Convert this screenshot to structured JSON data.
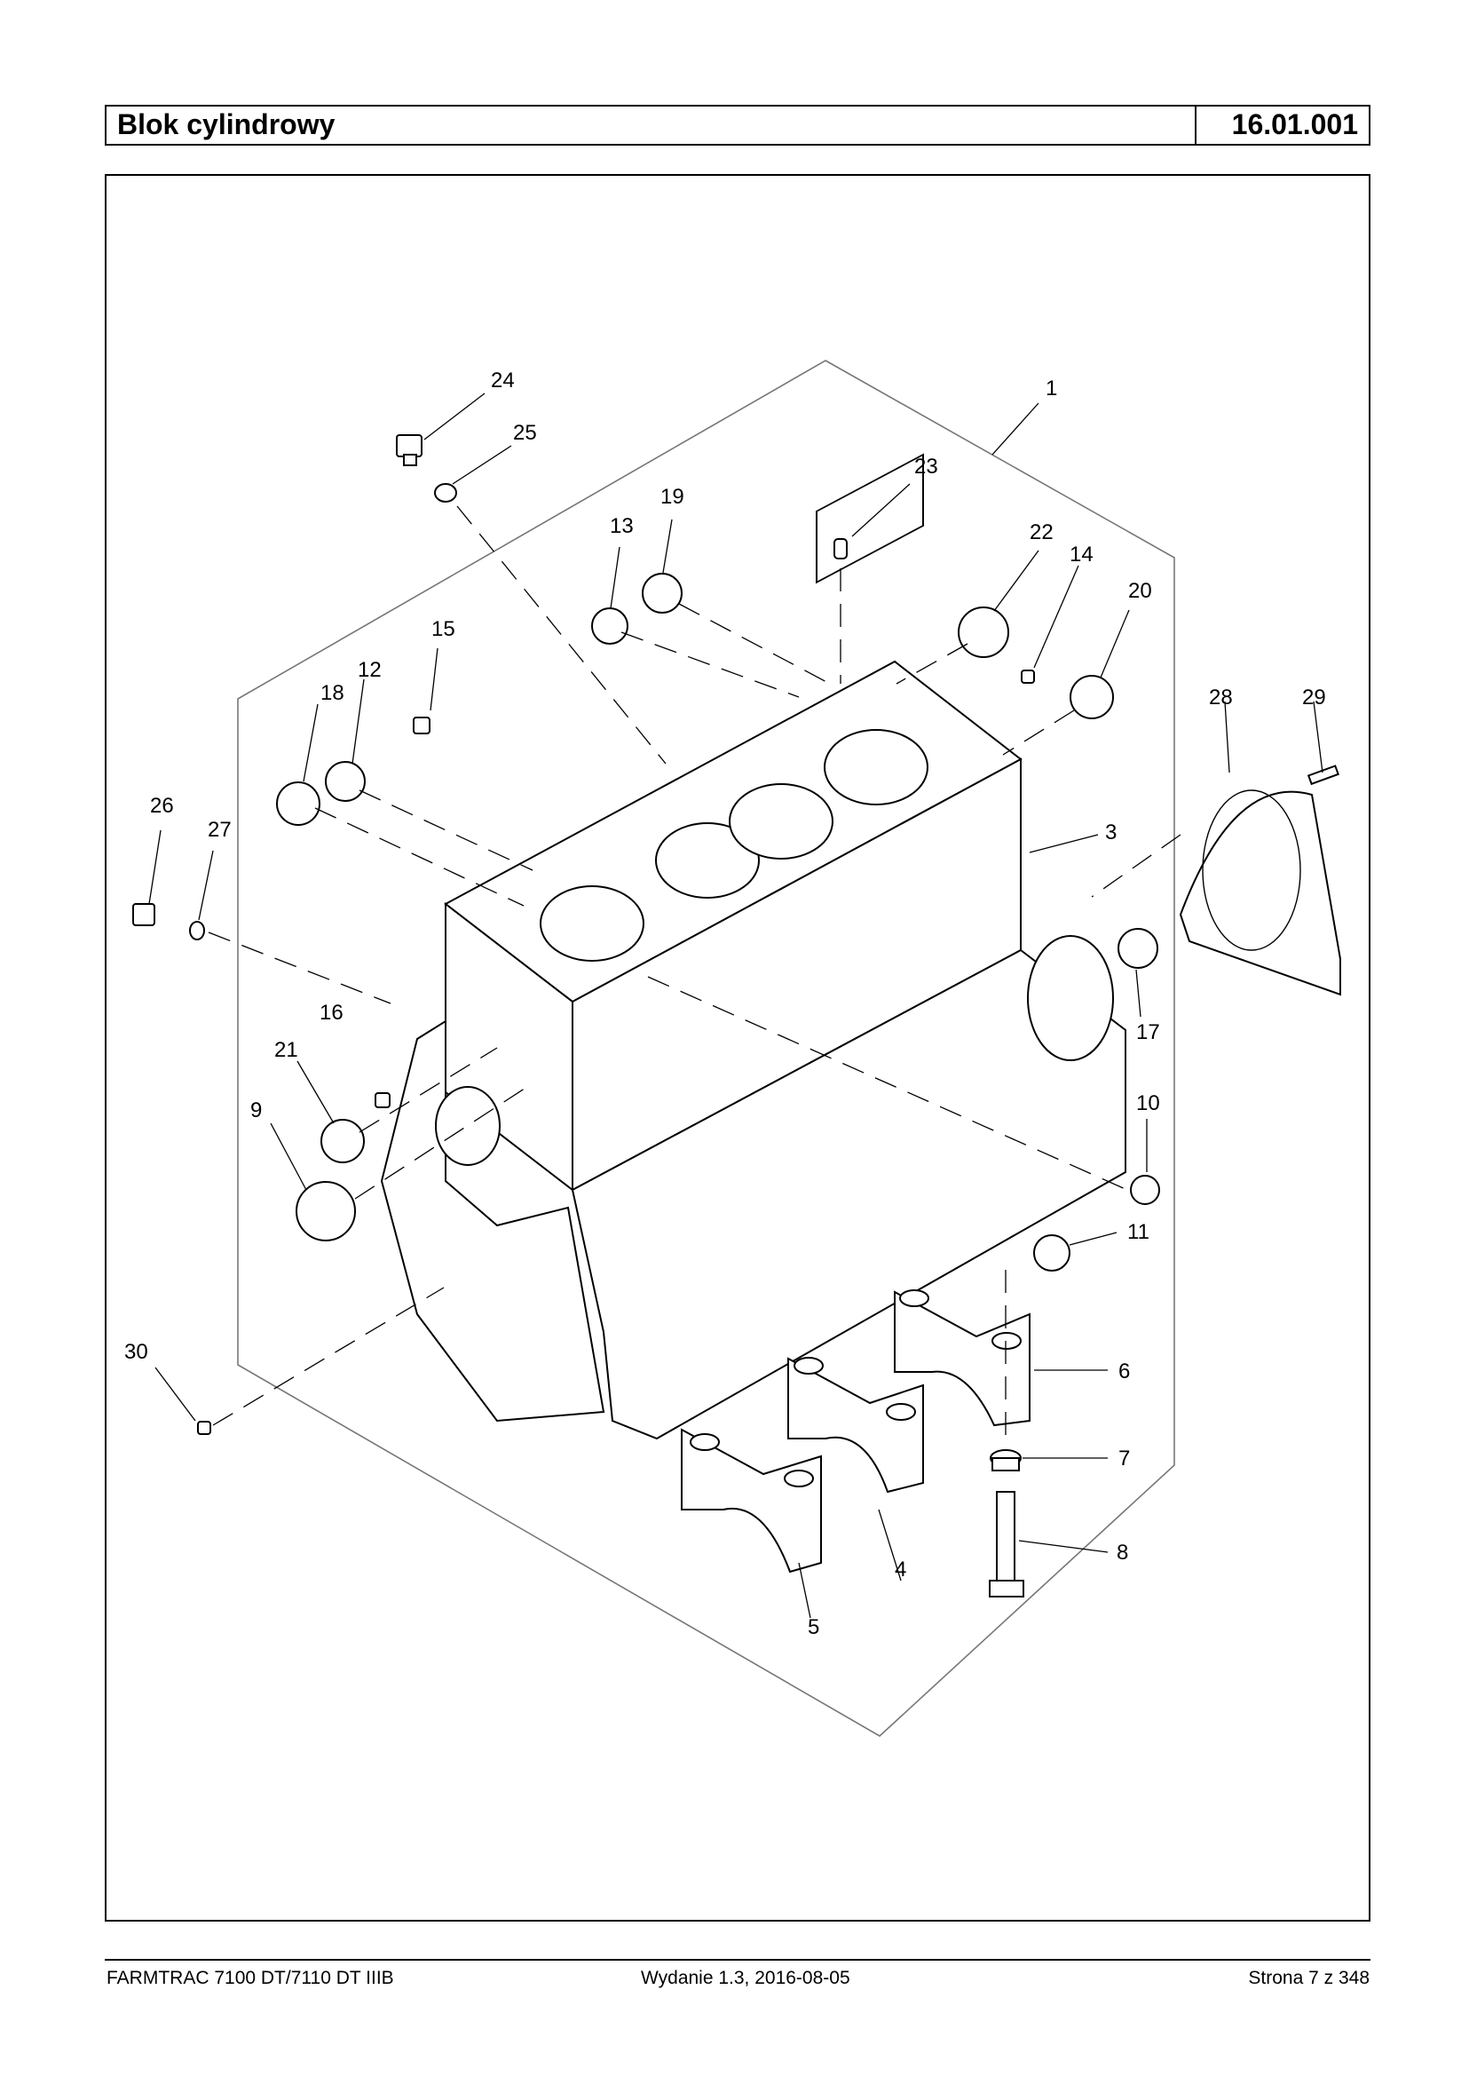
{
  "header": {
    "title": "Blok cylindrowy",
    "code": "16.01.001"
  },
  "footer": {
    "model": "FARMTRAC 7100 DT/7110 DT IIIB",
    "edition": "Wydanie 1.3,  2016-08-05",
    "page": "Strona 7 z 348"
  },
  "callouts": {
    "c1": "1",
    "c3": "3",
    "c4": "4",
    "c5": "5",
    "c6": "6",
    "c7": "7",
    "c8": "8",
    "c9": "9",
    "c10": "10",
    "c11": "11",
    "c12": "12",
    "c13": "13",
    "c14": "14",
    "c15": "15",
    "c16": "16",
    "c17": "17",
    "c18": "18",
    "c19": "19",
    "c20": "20",
    "c21": "21",
    "c22": "22",
    "c23": "23",
    "c24": "24",
    "c25": "25",
    "c26": "26",
    "c27": "27",
    "c28": "28",
    "c29": "29",
    "c30": "30"
  }
}
